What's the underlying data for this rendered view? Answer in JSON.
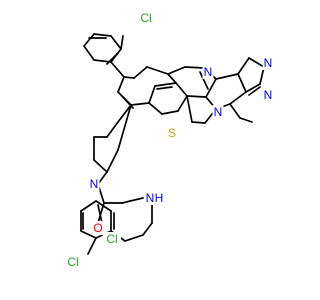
{
  "structure": {
    "colors": {
      "bond": "#000000",
      "N": "#0000ff",
      "O": "#ff0000",
      "S": "#c6a400",
      "Cl": "#2aa12a",
      "H": "#0000ff"
    },
    "atoms": {
      "cl_top": "Cl",
      "n_diazepine": "N",
      "n_triazole_top": "N",
      "n_triazole_right": "N",
      "n_ring_fusion": "N",
      "s_thiophene": "S",
      "n_piperidine": "N",
      "o_carbonyl": "O",
      "nh_amide": "N",
      "h_amide": "H",
      "cl_lower_1": "Cl",
      "cl_lower_2": "Cl",
      "methyl": "methyl"
    }
  }
}
